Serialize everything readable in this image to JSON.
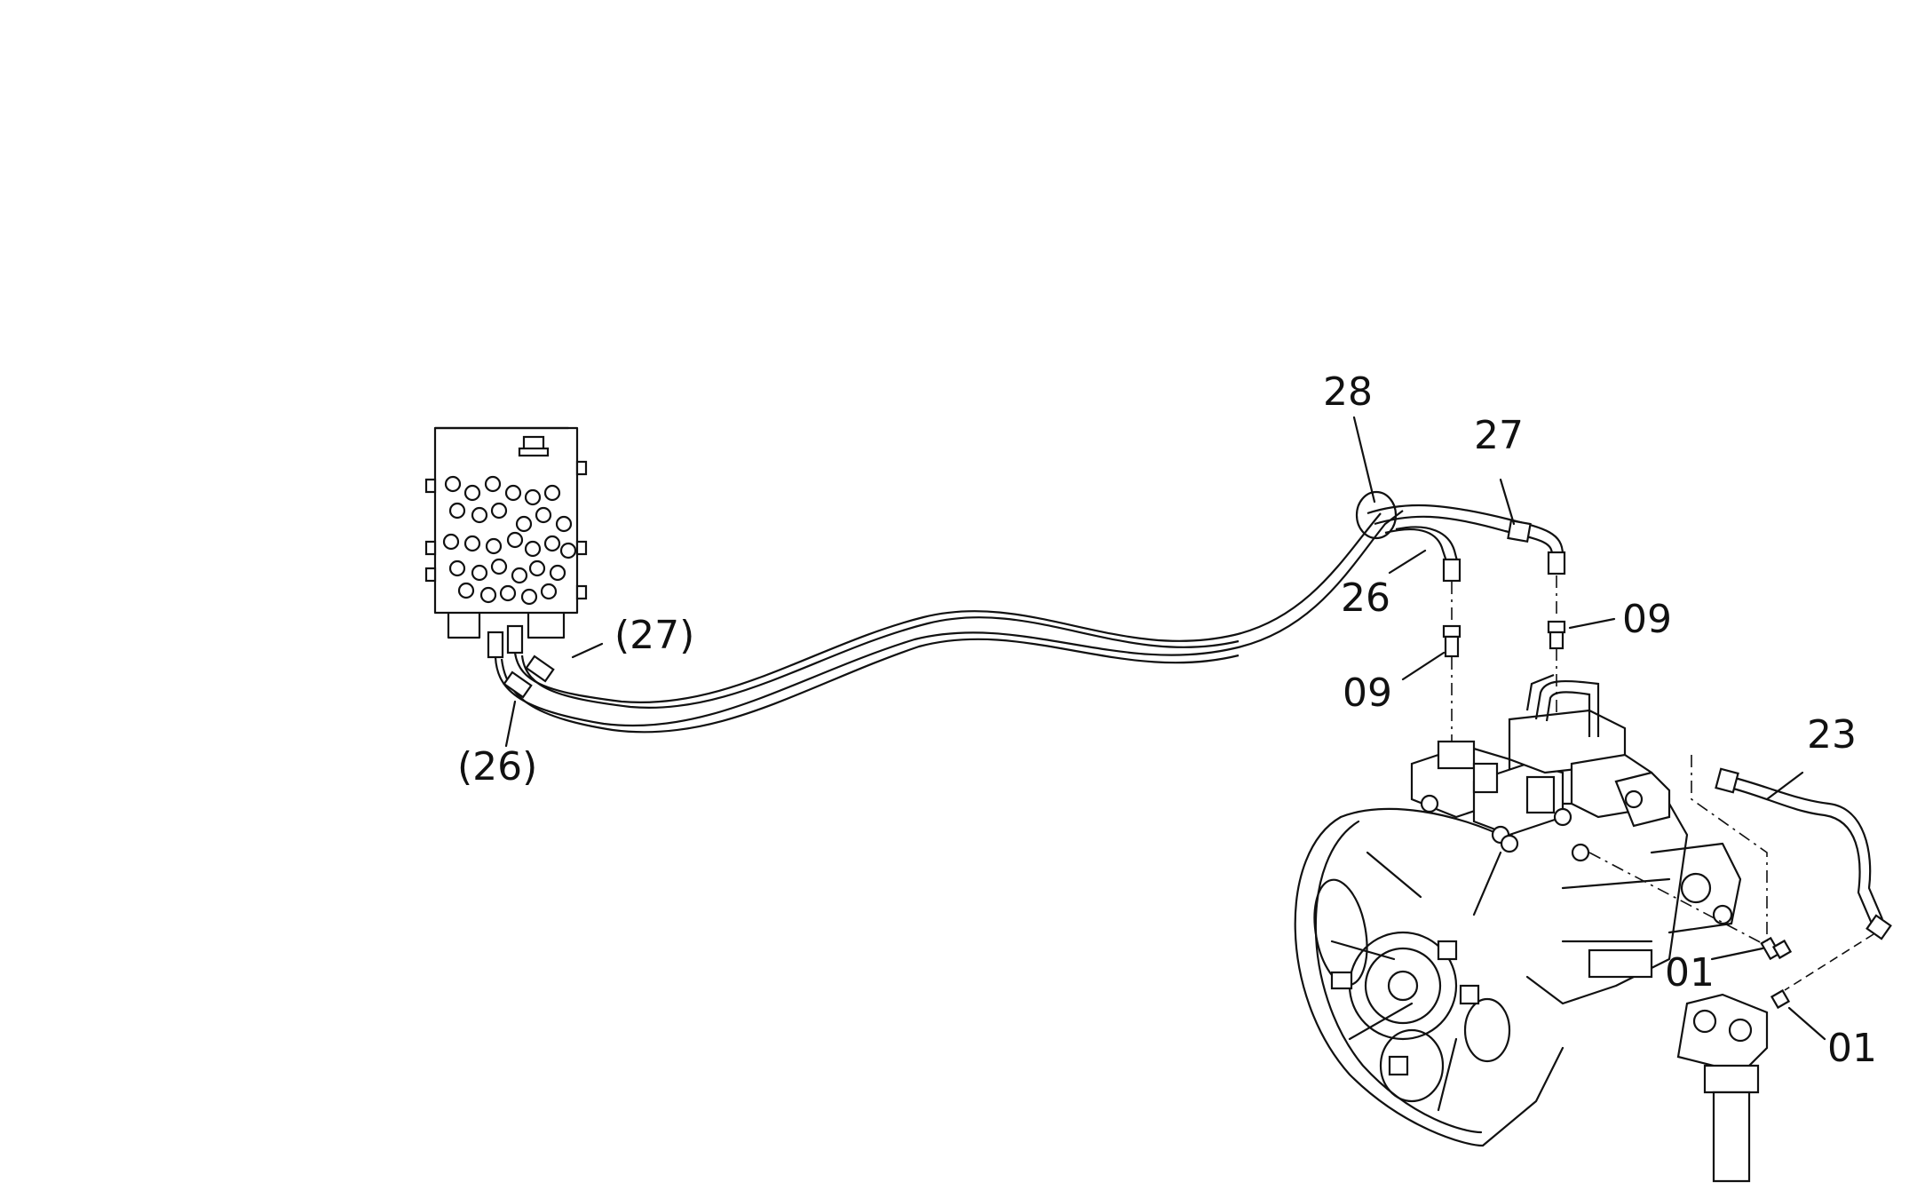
{
  "callouts": {
    "c28": "28",
    "c27": "27",
    "c26": "26",
    "c09_right": "09",
    "c09_left": "09",
    "c27_paren": "(27)",
    "c26_paren": "(26)",
    "c23": "23",
    "c01_left": "01",
    "c01_right": "01"
  },
  "colors": {
    "line": "#111111",
    "background": "#ffffff"
  }
}
